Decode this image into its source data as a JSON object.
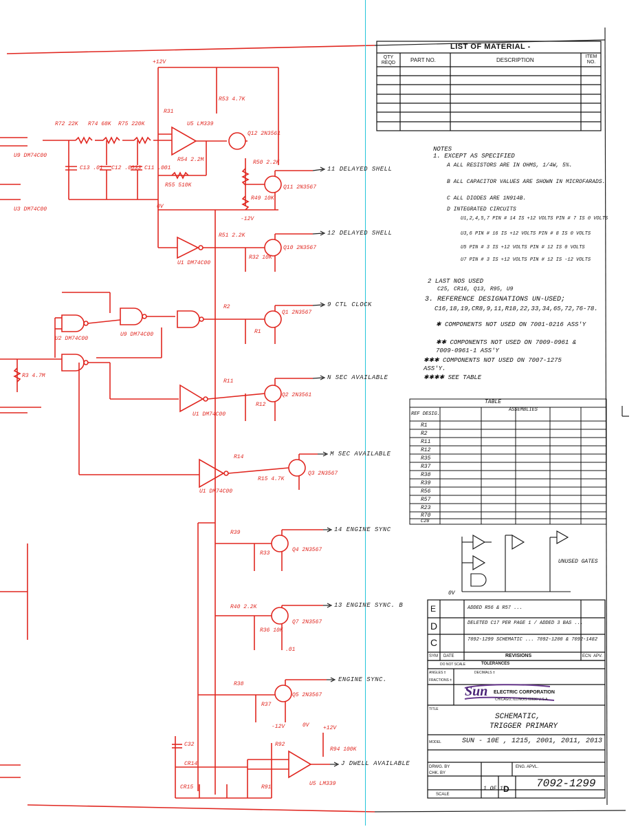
{
  "bom": {
    "title": "LIST OF MATERIAL -",
    "headers": [
      "QTY REQD",
      "PART NO.",
      "DESCRIPTION",
      "ITEM NO."
    ]
  },
  "signals": [
    {
      "label": "11  DELAYED SHELL"
    },
    {
      "label": "12  DELAYED SHELL"
    },
    {
      "label": "9  CTL CLOCK"
    },
    {
      "label": "N  SEC AVAILABLE"
    },
    {
      "label": "M  SEC AVAILABLE"
    },
    {
      "label": "14  ENGINE SYNC"
    },
    {
      "label": "13  ENGINE SYNC. B"
    },
    {
      "label": "ENGINE SYNC."
    },
    {
      "label": "J  DWELL AVAILABLE"
    }
  ],
  "components": {
    "top_left": [
      "U9 DM74C00",
      "U3 DM74C00",
      "R72 22K",
      "R74 68K",
      "R75 220K",
      "C13 .01",
      "C12 .0033",
      "C11 .001",
      "R31",
      "U5 LM339",
      "R54 2.2M",
      "R55 510K",
      "R53 4.7K",
      "Q12 2N3561",
      "R50 2.2K",
      "R49 10K",
      "Q11 2N3567",
      "+12V",
      "0V",
      "-12V"
    ],
    "mid": [
      "U1 DM74C00",
      "R51 2.2K",
      "R32 10K",
      "Q10 2N3567",
      "U2 DM74C00",
      "U9 DM74C00",
      "R2",
      "R1",
      "Q1 2N3567",
      "R3 4.7M",
      "U1 DM74C00",
      "R11",
      "R12",
      "Q2 2N3561",
      "U1 DM74C00",
      "R14",
      "R15 4.7K",
      "Q3 2N3567"
    ],
    "bottom": [
      "R39",
      "R33",
      "Q4 2N3567",
      "R40 2.2K",
      "R36 10K",
      "Q7 2N3567",
      ".01",
      "R38",
      "R37",
      "Q5 2N3567",
      "C32",
      "CR14",
      "CR15",
      "R92",
      "R91",
      "R94 100K",
      "U5 LM339",
      "+12V",
      "0V",
      "-12V"
    ]
  },
  "notes": {
    "heading": "NOTES",
    "lines": [
      "1. EXCEPT AS SPECIFIED",
      "A  ALL RESISTORS ARE IN OHMS, 1/4W, 5%.",
      "B  ALL CAPACITOR VALUES ARE SHOWN IN MICROFARADS.",
      "C  ALL DIODES ARE 1N914B.",
      "D  INTEGRATED CIRCUITS",
      "U1,2,4,5,7   PIN # 14 IS +12 VOLTS   PIN # 7 IS 0 VOLTS",
      "U3,6   PIN # 16 IS +12 VOLTS   PIN # 8 IS 0 VOLTS",
      "U5   PIN # 3 IS +12 VOLTS   PIN # 12 IS 0 VOLTS",
      "U7   PIN # 3 IS +12 VOLTS   PIN # 12 IS -12 VOLTS",
      "2  LAST NOS USED",
      "C25, CR16, Q13, R95, U9",
      "3.  REFERENCE DESIGNATIONS UN-USED;",
      "C16,18,19,CR8,9,11,R18,22,33,34,65,72,76-78."
    ],
    "legend": [
      "✱ COMPONENTS NOT USED ON 7001-0216 ASS'Y",
      "✱✱ COMPONENTS NOT USED ON 7009-0961 & 7009-0961-1 ASS'Y",
      "✱✱✱ COMPONENTS NOT USED ON 7007-1275 ASS'Y.",
      "✱✱✱✱ SEE TABLE"
    ]
  },
  "table": {
    "header": "TABLE",
    "subheader": "ASSEMBLIES",
    "col0": "REF DESIG.",
    "rows": [
      "R1",
      "R2",
      "R11",
      "R12",
      "R35",
      "R37",
      "R38",
      "R39",
      "R56",
      "R57",
      "R23",
      "R70",
      "C28"
    ]
  },
  "unused_gates": "UNUSED GATES",
  "unused_0v": "0V",
  "revisions": {
    "rows": [
      {
        "sym": "E",
        "text": "ADDED R56 & R57 ..."
      },
      {
        "sym": "D",
        "text": "DELETED C17 PER PAGE 1 / ADDED 3 BAS ..."
      },
      {
        "sym": "C",
        "text": "7092-1299 SCHEMATIC ... 7092-1200 & 7092-1482"
      }
    ],
    "footer": [
      "SYM",
      "DATE",
      "REVISIONS",
      "ECN",
      "APV."
    ]
  },
  "title_block": {
    "tolerances": "TOLERANCES",
    "do_not_scale": "DO NOT SCALE",
    "angles": "ANGLES ±",
    "decimals": "DECIMALS ±",
    "fractions": "FRACTIONS ±",
    "company": "Sun",
    "company_full": "ELECTRIC CORPORATION",
    "company_city": "CHICAGO, ILLINOIS 60630 U.S.A.",
    "title_label": "TITLE",
    "title_line1": "SCHEMATIC,",
    "title_line2": "TRIGGER PRIMARY",
    "model_label": "MODEL",
    "model": "SUN - 10E , 1215, 2001, 2011, 2013",
    "drwg_by": "DRWG. BY",
    "chk_by": "CHK. BY",
    "eng_apvl": "ENG. APVL.",
    "scale": "SCALE",
    "sheet": "1 OF 1",
    "size": "D",
    "drawing_no": "7092-1299"
  }
}
